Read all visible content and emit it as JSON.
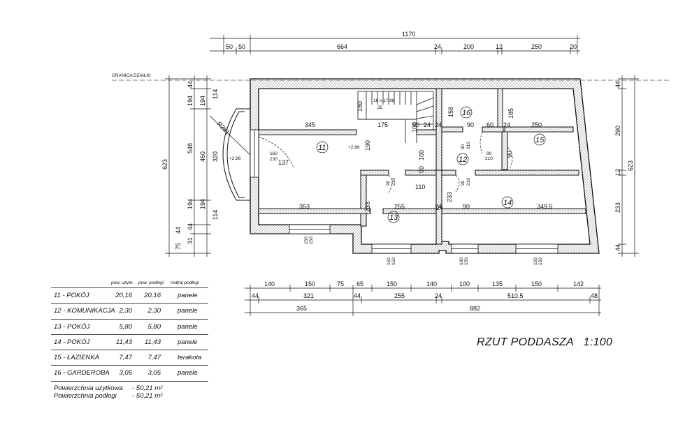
{
  "plan": {
    "title": "RZUT PODDASZA   1:100",
    "boundary_label": "GRANICA DZIAŁKI",
    "rooms": [
      "11",
      "12",
      "13",
      "14",
      "15",
      "16"
    ],
    "top_dims": {
      "total": "1170",
      "segments": [
        "50",
        "50",
        "664",
        "24",
        "200",
        "12",
        "250",
        "20"
      ]
    },
    "bottom_dims": {
      "row1": [
        "140",
        "150",
        "75",
        "65",
        "150",
        "140",
        "100",
        "135",
        "150",
        "142"
      ],
      "row2": [
        "44",
        "321",
        "44",
        "255",
        "24",
        "510.5",
        "48"
      ],
      "row3": [
        "365",
        "882"
      ]
    },
    "left_dims": {
      "total": "623",
      "col2": [
        "44",
        "194",
        "320",
        "194",
        "44",
        "31"
      ],
      "col2_total": "548",
      "col3": [
        "114",
        "194",
        "460",
        "194",
        "114"
      ],
      "col4": [
        "75",
        "44"
      ]
    },
    "right_dims": {
      "total": "623",
      "segments": [
        "44",
        "290",
        "12",
        "233",
        "44"
      ]
    },
    "inner_dims": [
      "345",
      "175",
      "24",
      "90",
      "60",
      "24",
      "250",
      "190",
      "100",
      "180",
      "158",
      "185",
      "90",
      "100",
      "24",
      "90",
      "110",
      "24",
      "90",
      "349.5",
      "353",
      "255",
      "24",
      "90",
      "233",
      "233",
      "137",
      "R281"
    ],
    "opening_labels": [
      "160",
      "230",
      "90",
      "210",
      "90",
      "210",
      "90",
      "210",
      "90",
      "210",
      "150",
      "150",
      "150",
      "150",
      "100",
      "150",
      "150",
      "150"
    ],
    "stair_label": "16 x 17,88",
    "stair_sub": "25",
    "level_labels": [
      "+2,86",
      "+2,86"
    ]
  },
  "legend": {
    "headers": [
      "pow. użytk.",
      "pow. podłogi",
      "rodzaj podłogi"
    ],
    "rows": [
      {
        "name": "11 - POKÓJ",
        "use": "20,16",
        "floor": "20,16",
        "type": "panele"
      },
      {
        "name": "12 - KOMUNIKACJA",
        "use": "2,30",
        "floor": "2,30",
        "type": "panele"
      },
      {
        "name": "13 - POKÓJ",
        "use": "5,80",
        "floor": "5,80",
        "type": "panele"
      },
      {
        "name": "14 - POKÓJ",
        "use": "11,43",
        "floor": "11,43",
        "type": "panele"
      },
      {
        "name": "15 - ŁAZIENKA",
        "use": "7,47",
        "floor": "7,47",
        "type": "terakota"
      },
      {
        "name": "16 - GARDEROBA",
        "use": "3,05",
        "floor": "3,05",
        "type": "panele"
      }
    ],
    "totals": [
      {
        "label": "Powierzchnia użytkowa",
        "value": "- 50,21 m²"
      },
      {
        "label": "Powierzchnia podłogi",
        "value": "- 50,21 m²"
      }
    ]
  }
}
